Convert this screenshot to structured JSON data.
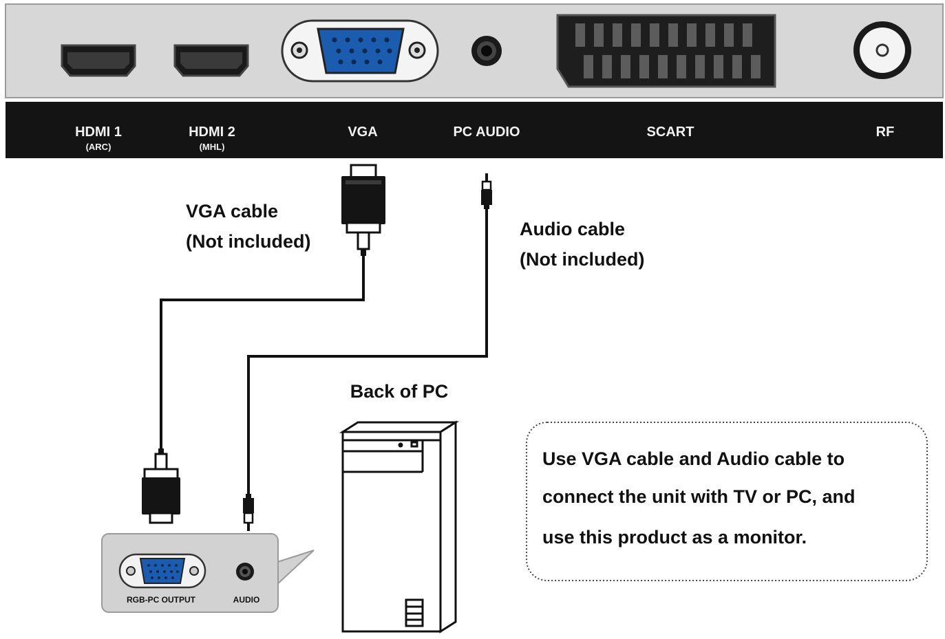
{
  "tv_panel": {
    "ports": [
      {
        "label": "HDMI 1",
        "sub": "(ARC)"
      },
      {
        "label": "HDMI 2",
        "sub": "(MHL)"
      },
      {
        "label": "VGA",
        "sub": ""
      },
      {
        "label": "PC AUDIO",
        "sub": ""
      },
      {
        "label": "SCART",
        "sub": ""
      },
      {
        "label": "RF",
        "sub": ""
      }
    ]
  },
  "cables": {
    "vga_line1": "VGA cable",
    "vga_line2": "(Not included)",
    "audio_line1": "Audio cable",
    "audio_line2": "(Not included)"
  },
  "pc": {
    "title": "Back of PC",
    "port_vga": "RGB-PC OUTPUT",
    "port_audio": "AUDIO"
  },
  "note": {
    "line1": "Use VGA cable and Audio cable to",
    "line2": "connect the unit with TV or PC, and",
    "line3": "use this product as a monitor."
  },
  "colors": {
    "panel_bg": "#d7d7d7",
    "label_bar": "#141414",
    "vga_blue": "#1c5cae",
    "pc_panel": "#d2d2d2"
  }
}
